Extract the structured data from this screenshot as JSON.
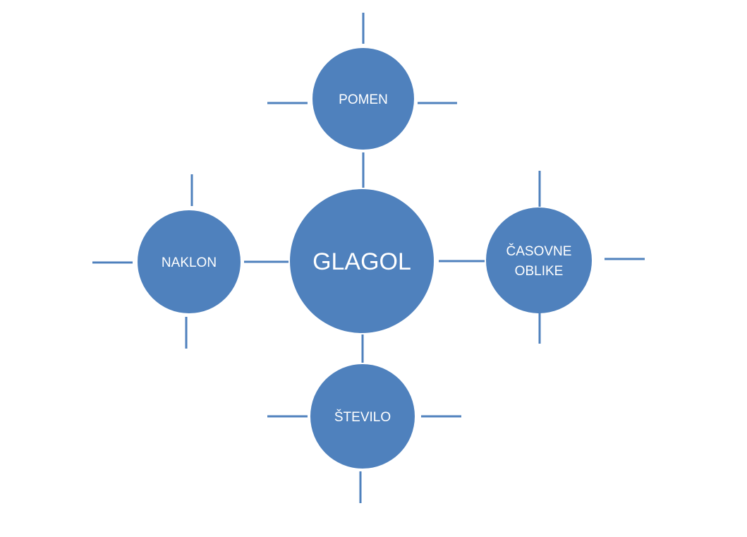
{
  "diagram": {
    "colors": {
      "node_fill": "#4f81bd",
      "connector": "#4f81bd",
      "label": "#ffffff",
      "background": "#ffffff"
    },
    "center": {
      "label": "GLAGOL"
    },
    "nodes": {
      "top": {
        "label": "POMEN"
      },
      "left": {
        "label": "NAKLON"
      },
      "right": {
        "line1": "ČASOVNE",
        "line2": "OBLIKE"
      },
      "bottom": {
        "label": "ŠTEVILO"
      }
    }
  }
}
